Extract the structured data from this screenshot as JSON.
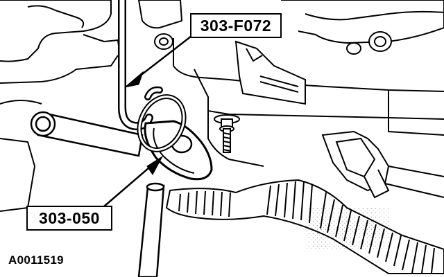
{
  "callouts": {
    "top_tool": "303-F072",
    "bottom_tool": "303-050"
  },
  "figure_id": "A0011519",
  "colors": {
    "ink": "#000000",
    "paper": "#ffffff"
  }
}
